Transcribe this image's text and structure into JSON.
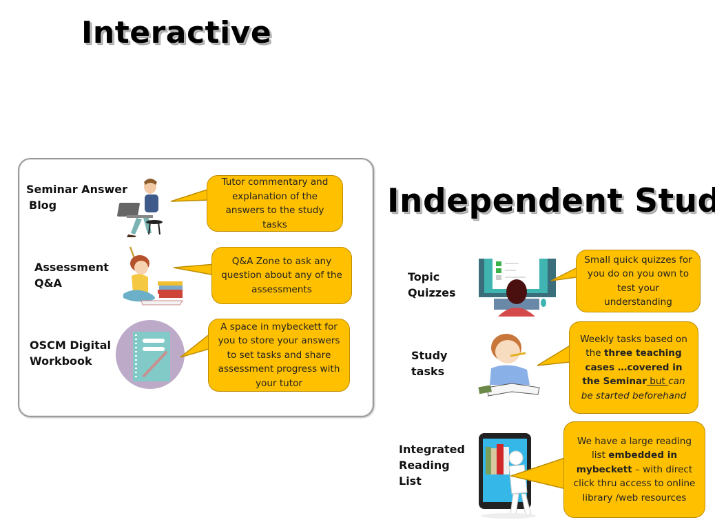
{
  "interactive": {
    "heading": "Interactive",
    "items": [
      {
        "label_line1": "Seminar Answer",
        "label_line2": "Blog",
        "illustration": "student-laptop-illustration",
        "bubble": "Tutor  commentary and explanation of the answers to the study tasks"
      },
      {
        "label_line1": "Assessment",
        "label_line2": "Q&A",
        "illustration": "student-thinking-books-illustration",
        "bubble": "Q&A Zone to ask any question about any of the assessments"
      },
      {
        "label_line1": "OSCM Digital",
        "label_line2": "Workbook",
        "illustration": "notebook-pencil-icon",
        "bubble": "A space in mybeckett for you to store your answers to set tasks and share assessment progress with your tutor"
      }
    ]
  },
  "independent": {
    "heading": "Independent Study",
    "items": [
      {
        "label_line1": "Topic",
        "label_line2": "Quizzes",
        "illustration": "quiz-computer-illustration",
        "bubble": "Small quick quizzes for you do on you own  to test your understanding"
      },
      {
        "label_line1": "Study",
        "label_line2": "tasks",
        "illustration": "boy-studying-illustration",
        "bubble_parts": {
          "p1": "Weekly tasks based on the ",
          "p2_bold": "three teaching cases …covered in the Seminar",
          "p3_underline": " but ",
          "p4_italic": "can be started beforehand"
        }
      },
      {
        "label_line1": "Integrated",
        "label_line2": "Reading",
        "label_line3": "List",
        "illustration": "tablet-bookshelf-illustration",
        "bubble_parts": {
          "p1": "We have a large reading list ",
          "p2_bold": "embedded in mybeckett",
          "p3": " – with direct click thru access to online library /web resources"
        }
      }
    ]
  },
  "colors": {
    "bubble_fill": "#FFC000",
    "bubble_border": "#BC8C00",
    "panel_border": "#9a9a9a"
  }
}
